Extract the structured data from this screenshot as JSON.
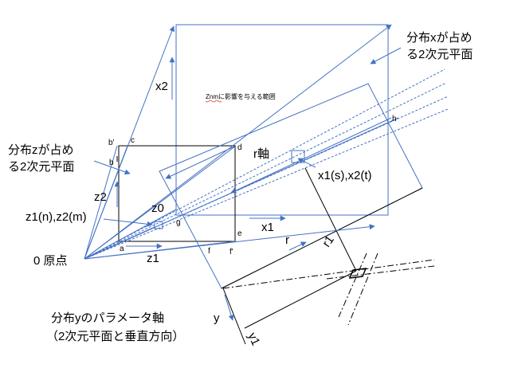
{
  "labels": {
    "distribution_x": [
      "分布xが占め",
      "る2次元平面"
    ],
    "distribution_z": [
      "分布zが占め",
      "る2次元平面"
    ],
    "x2": "x2",
    "x1": "x1",
    "z2": "z2",
    "z1": "z1",
    "z0": "z0",
    "r_axis": "r軸",
    "r": "r",
    "r1": "r1",
    "y": "y",
    "y1": "y1",
    "point_x": "x1(s),x2(t)",
    "point_z": "z1(n),z2(m)",
    "origin": "0 原点",
    "y_axis": [
      "分布yのパラメータ軸",
      "（2次元平面と垂直方向）"
    ],
    "influence_range": "Znmに影響を与える範囲",
    "letters": {
      "a": "a",
      "b": "b",
      "b_prime": "b'",
      "c": "c",
      "d": "d",
      "e": "e",
      "f": "f",
      "f_prime": "f'",
      "g": "g",
      "h": "h"
    }
  },
  "colors": {
    "line_blue": "#4472c4",
    "line_black": "#000000",
    "squiggle_red": "#e03030"
  }
}
